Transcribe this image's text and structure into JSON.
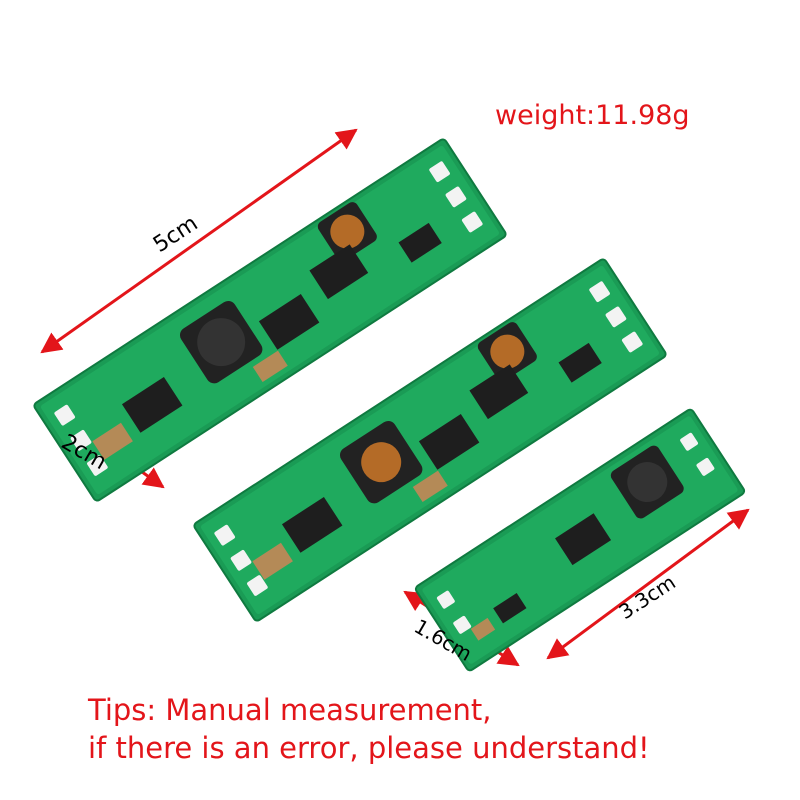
{
  "weight_label": "weight:11.98g",
  "dimensions": {
    "length_large": "5cm",
    "width_large": "2cm",
    "width_small": "1.6cm",
    "length_small": "3.3cm"
  },
  "tips": {
    "line1": "Tips: Manual measurement,",
    "line2": "if there is an error, please understand!"
  },
  "colors": {
    "text_accent": "#e3151a",
    "pcb_green": "#1aa35a",
    "arrow_red": "#e3151a"
  }
}
